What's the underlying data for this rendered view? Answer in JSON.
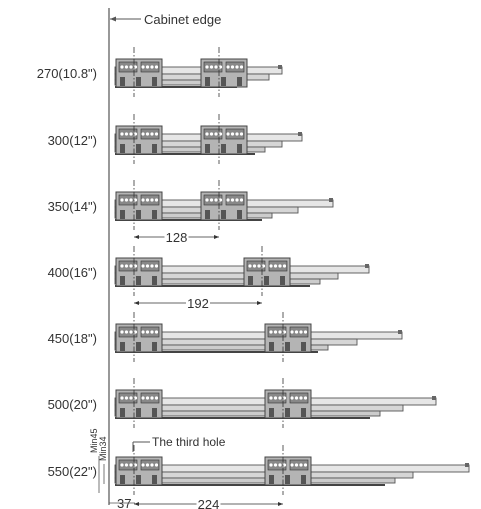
{
  "annotations": {
    "cabinet_edge": "Cabinet edge",
    "third_hole": "The third hole",
    "min45": "Min45",
    "min34": "Min34",
    "offset": "37"
  },
  "rows": [
    {
      "size_label": "270(10.8\")",
      "spacing": null
    },
    {
      "size_label": "300(12\")",
      "spacing": null
    },
    {
      "size_label": "350(14\")",
      "spacing": "128"
    },
    {
      "size_label": "400(16\")",
      "spacing": "192"
    },
    {
      "size_label": "450(18\")",
      "spacing": null
    },
    {
      "size_label": "500(20\")",
      "spacing": null
    },
    {
      "size_label": "550(22\")",
      "spacing": "224"
    }
  ],
  "colors": {
    "line": "#333333",
    "bracket": "#aaaaaa",
    "rail": "#dddddd"
  }
}
